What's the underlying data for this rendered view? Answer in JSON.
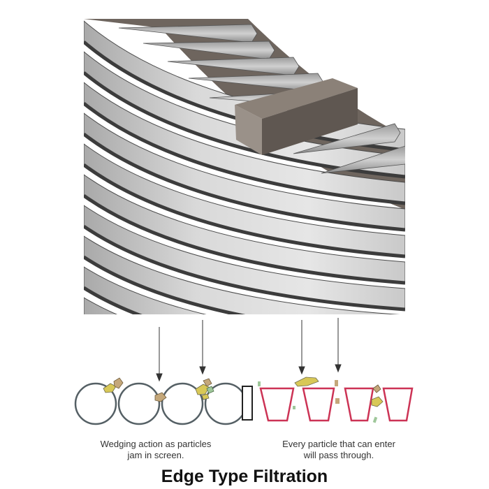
{
  "captions": {
    "left_line1": "Wedging action as particles",
    "left_line2": "jam in screen.",
    "right_line1": "Every particle that can enter",
    "right_line2": "will pass through."
  },
  "title": "Edge Type Filtration",
  "colors": {
    "wire_face": "#c8c8c8",
    "wire_top": "#7a6f66",
    "edge_profile": "#cc3355",
    "round_profile": "#556065",
    "particle_yellow": "#d8c857",
    "particle_tan": "#c4a77a",
    "particle_green": "#9fc79a"
  }
}
